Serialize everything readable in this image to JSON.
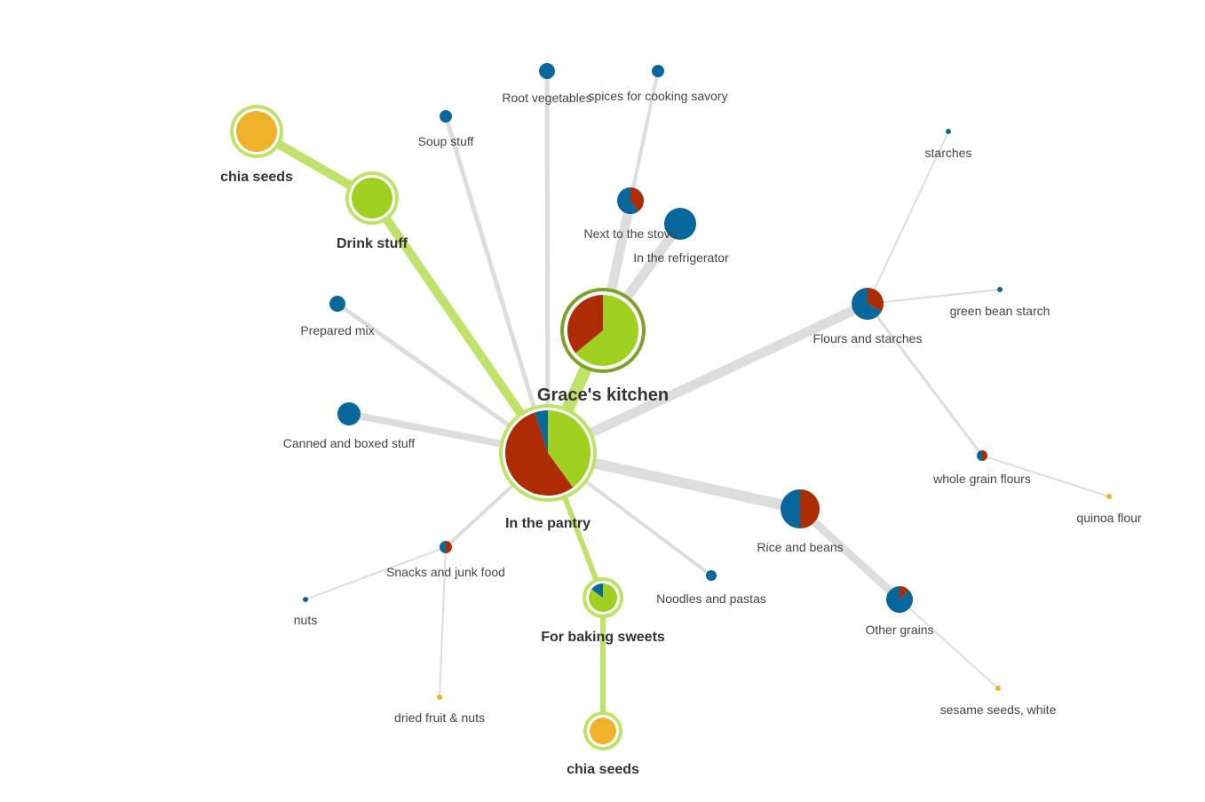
{
  "colors": {
    "blue": "#08689c",
    "red": "#ad2c03",
    "green": "#a0d120",
    "yellow": "#eeb22b",
    "highlight_ring": "#bfe26a",
    "root_ring": "#7ea12a",
    "edge_gray": "#dddddd",
    "edge_highlight": "#bfe26a"
  },
  "graph": {
    "root": "Grace's kitchen",
    "nodes": [
      {
        "id": "graces-kitchen",
        "label": "Grace's kitchen",
        "style": "root",
        "slices": [
          {
            "color": "green",
            "value": 0.64
          },
          {
            "color": "red",
            "value": 0.36
          }
        ]
      },
      {
        "id": "in-the-pantry",
        "label": "In the pantry",
        "style": "highlight",
        "slices": [
          {
            "color": "green",
            "value": 0.4
          },
          {
            "color": "red",
            "value": 0.55
          },
          {
            "color": "blue",
            "value": 0.05
          }
        ]
      },
      {
        "id": "drink-stuff",
        "label": "Drink stuff",
        "style": "highlight",
        "slices": [
          {
            "color": "green",
            "value": 1
          }
        ]
      },
      {
        "id": "chia-seeds-top",
        "label": "chia seeds",
        "style": "highlight",
        "slices": [
          {
            "color": "yellow",
            "value": 1
          }
        ]
      },
      {
        "id": "for-baking-sweets",
        "label": "For baking sweets",
        "style": "highlight",
        "slices": [
          {
            "color": "green",
            "value": 0.85
          },
          {
            "color": "blue",
            "value": 0.15
          }
        ]
      },
      {
        "id": "chia-seeds-bottom",
        "label": "chia seeds",
        "style": "highlight",
        "slices": [
          {
            "color": "yellow",
            "value": 1
          }
        ]
      },
      {
        "id": "next-to-the-stove",
        "label": "Next to the stove",
        "style": "plain",
        "slices": [
          {
            "color": "red",
            "value": 0.4
          },
          {
            "color": "blue",
            "value": 0.6
          }
        ]
      },
      {
        "id": "in-the-refrigerator",
        "label": "In the refrigerator",
        "style": "plain",
        "slices": [
          {
            "color": "blue",
            "value": 1
          }
        ]
      },
      {
        "id": "root-vegetables",
        "label": "Root vegetables",
        "style": "plain",
        "slices": [
          {
            "color": "blue",
            "value": 1
          }
        ]
      },
      {
        "id": "spices-for-cooking-savory",
        "label": "spices for cooking savory",
        "style": "plain",
        "slices": [
          {
            "color": "blue",
            "value": 1
          }
        ]
      },
      {
        "id": "soup-stuff",
        "label": "Soup stuff",
        "style": "plain",
        "slices": [
          {
            "color": "blue",
            "value": 1
          }
        ]
      },
      {
        "id": "prepared-mix",
        "label": "Prepared mix",
        "style": "plain",
        "slices": [
          {
            "color": "blue",
            "value": 1
          }
        ]
      },
      {
        "id": "canned-and-boxed-stuff",
        "label": "Canned and boxed stuff",
        "style": "plain",
        "slices": [
          {
            "color": "blue",
            "value": 1
          }
        ]
      },
      {
        "id": "snacks-and-junk-food",
        "label": "Snacks and junk food",
        "style": "plain",
        "slices": [
          {
            "color": "red",
            "value": 0.5
          },
          {
            "color": "blue",
            "value": 0.5
          }
        ]
      },
      {
        "id": "nuts",
        "label": "nuts",
        "style": "plain",
        "slices": [
          {
            "color": "blue",
            "value": 1
          }
        ]
      },
      {
        "id": "dried-fruit-nuts",
        "label": "dried fruit & nuts",
        "style": "plain",
        "slices": [
          {
            "color": "yellow",
            "value": 1
          }
        ]
      },
      {
        "id": "noodles-and-pastas",
        "label": "Noodles and pastas",
        "style": "plain",
        "slices": [
          {
            "color": "blue",
            "value": 1
          }
        ]
      },
      {
        "id": "rice-and-beans",
        "label": "Rice and beans",
        "style": "plain",
        "slices": [
          {
            "color": "red",
            "value": 0.5
          },
          {
            "color": "blue",
            "value": 0.5
          }
        ]
      },
      {
        "id": "other-grains",
        "label": "Other grains",
        "style": "plain",
        "slices": [
          {
            "color": "red",
            "value": 0.12
          },
          {
            "color": "blue",
            "value": 0.88
          }
        ]
      },
      {
        "id": "sesame-seeds-white",
        "label": "sesame seeds, white",
        "style": "plain",
        "slices": [
          {
            "color": "yellow",
            "value": 1
          }
        ]
      },
      {
        "id": "flours-and-starches",
        "label": "Flours and starches",
        "style": "plain",
        "slices": [
          {
            "color": "red",
            "value": 0.33
          },
          {
            "color": "blue",
            "value": 0.67
          }
        ]
      },
      {
        "id": "starches",
        "label": "starches",
        "style": "plain",
        "slices": [
          {
            "color": "blue",
            "value": 1
          }
        ]
      },
      {
        "id": "green-bean-starch",
        "label": "green bean starch",
        "style": "plain",
        "slices": [
          {
            "color": "blue",
            "value": 1
          }
        ]
      },
      {
        "id": "whole-grain-flours",
        "label": "whole grain flours",
        "style": "plain",
        "slices": [
          {
            "color": "red",
            "value": 0.5
          },
          {
            "color": "blue",
            "value": 0.5
          }
        ]
      },
      {
        "id": "quinoa-flour",
        "label": "quinoa flour",
        "style": "plain",
        "slices": [
          {
            "color": "yellow",
            "value": 1
          }
        ]
      }
    ],
    "edges": [
      {
        "from": "graces-kitchen",
        "to": "in-the-pantry",
        "style": "highlight"
      },
      {
        "from": "graces-kitchen",
        "to": "next-to-the-stove",
        "style": "plain"
      },
      {
        "from": "graces-kitchen",
        "to": "in-the-refrigerator",
        "style": "plain"
      },
      {
        "from": "in-the-pantry",
        "to": "drink-stuff",
        "style": "highlight"
      },
      {
        "from": "drink-stuff",
        "to": "chia-seeds-top",
        "style": "highlight"
      },
      {
        "from": "in-the-pantry",
        "to": "for-baking-sweets",
        "style": "highlight"
      },
      {
        "from": "for-baking-sweets",
        "to": "chia-seeds-bottom",
        "style": "highlight"
      },
      {
        "from": "in-the-pantry",
        "to": "root-vegetables",
        "style": "plain"
      },
      {
        "from": "in-the-pantry",
        "to": "soup-stuff",
        "style": "plain"
      },
      {
        "from": "in-the-pantry",
        "to": "prepared-mix",
        "style": "plain"
      },
      {
        "from": "in-the-pantry",
        "to": "canned-and-boxed-stuff",
        "style": "plain"
      },
      {
        "from": "in-the-pantry",
        "to": "snacks-and-junk-food",
        "style": "plain"
      },
      {
        "from": "in-the-pantry",
        "to": "noodles-and-pastas",
        "style": "plain"
      },
      {
        "from": "in-the-pantry",
        "to": "rice-and-beans",
        "style": "plain"
      },
      {
        "from": "in-the-pantry",
        "to": "flours-and-starches",
        "style": "plain"
      },
      {
        "from": "next-to-the-stove",
        "to": "spices-for-cooking-savory",
        "style": "plain"
      },
      {
        "from": "snacks-and-junk-food",
        "to": "nuts",
        "style": "plain"
      },
      {
        "from": "snacks-and-junk-food",
        "to": "dried-fruit-nuts",
        "style": "plain"
      },
      {
        "from": "rice-and-beans",
        "to": "other-grains",
        "style": "plain"
      },
      {
        "from": "other-grains",
        "to": "sesame-seeds-white",
        "style": "plain"
      },
      {
        "from": "flours-and-starches",
        "to": "starches",
        "style": "plain"
      },
      {
        "from": "flours-and-starches",
        "to": "green-bean-starch",
        "style": "plain"
      },
      {
        "from": "flours-and-starches",
        "to": "whole-grain-flours",
        "style": "plain"
      },
      {
        "from": "whole-grain-flours",
        "to": "quinoa-flour",
        "style": "plain"
      }
    ]
  }
}
